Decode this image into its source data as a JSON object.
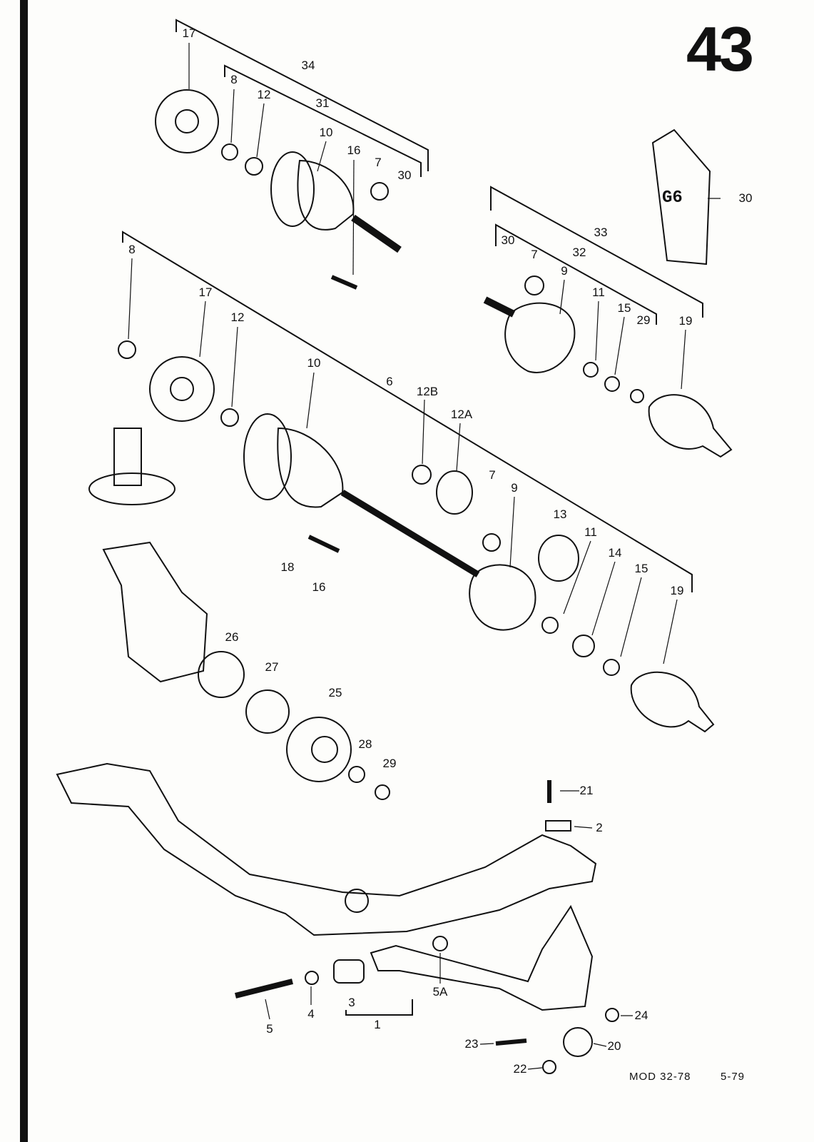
{
  "page_number": "43",
  "model_code": "MOD 32-78",
  "date": "5-79",
  "grease_tube_text": "G6",
  "callouts": [
    "17",
    "34",
    "8",
    "12",
    "31",
    "10",
    "16",
    "7",
    "30",
    "30",
    "33",
    "30",
    "32",
    "7",
    "9",
    "11",
    "15",
    "29",
    "19",
    "8",
    "17",
    "12",
    "10",
    "6",
    "12B",
    "12A",
    "7",
    "9",
    "13",
    "11",
    "14",
    "15",
    "19",
    "18",
    "16",
    "26",
    "27",
    "25",
    "28",
    "29",
    "21",
    "2",
    "5",
    "4",
    "3",
    "1",
    "5A",
    "24",
    "23",
    "20",
    "22"
  ]
}
